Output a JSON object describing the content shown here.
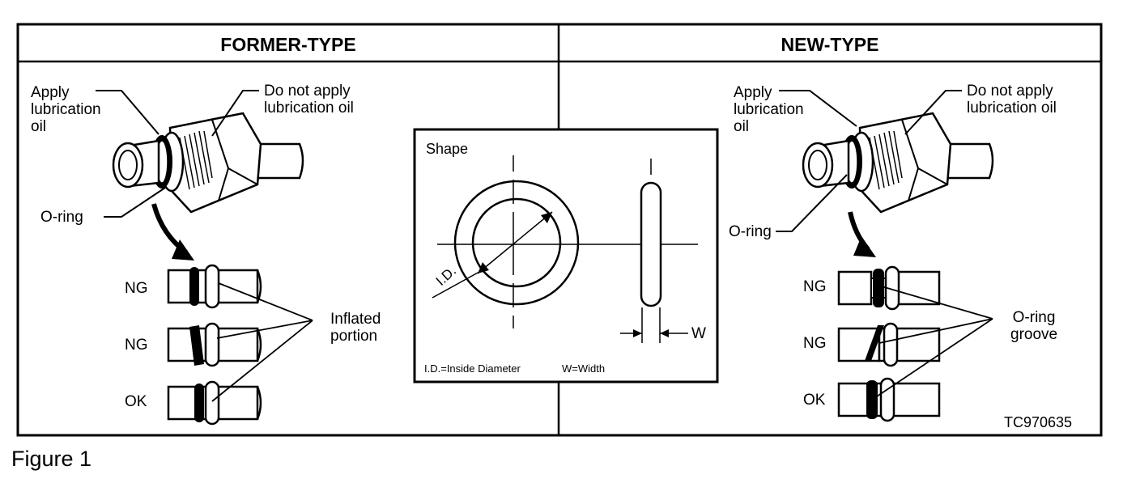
{
  "caption": "Figure 1",
  "figure_id": "TC970635",
  "former": {
    "title": "FORMER-TYPE",
    "apply_label": "Apply\nlubrication\noil",
    "no_apply_label": "Do not apply\nlubrication oil",
    "oring_label": "O-ring",
    "rows": [
      "NG",
      "NG",
      "OK"
    ],
    "note": "Inflated\nportion"
  },
  "new": {
    "title": "NEW-TYPE",
    "apply_label": "Apply\nlubrication\noil",
    "no_apply_label": "Do not apply\nlubrication oil",
    "oring_label": "O-ring",
    "rows": [
      "NG",
      "NG",
      "OK"
    ],
    "note": "O-ring\ngroove"
  },
  "shape": {
    "title": "Shape",
    "id_label": "I.D.",
    "w_label": "W",
    "legend_id": "I.D.=Inside Diameter",
    "legend_w": "W=Width"
  }
}
